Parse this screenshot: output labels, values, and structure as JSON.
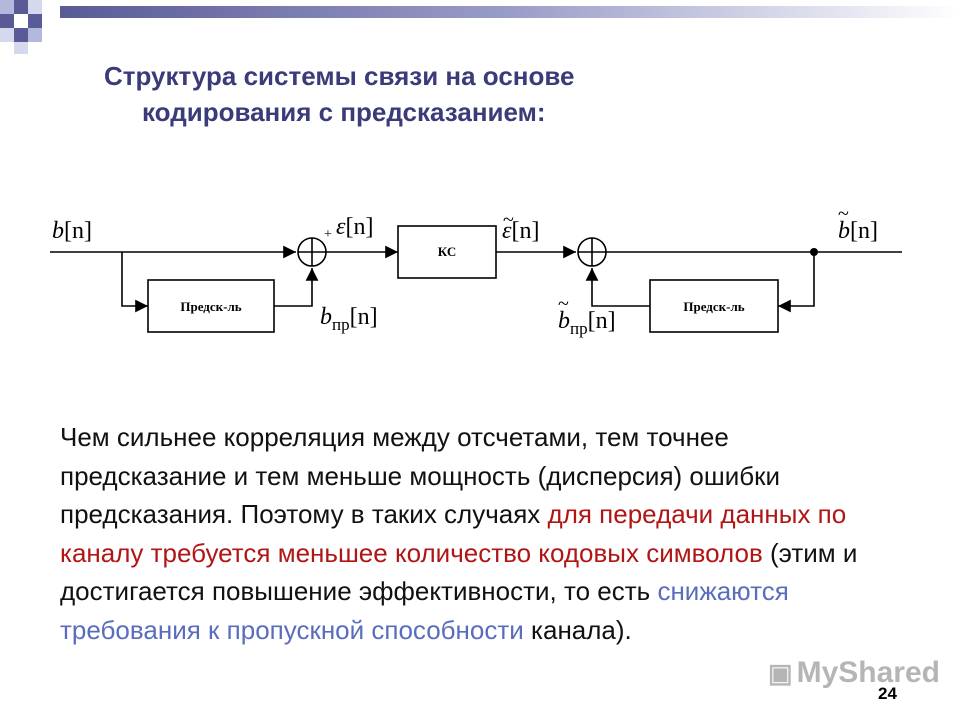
{
  "slide": {
    "title_line1": "Структура системы связи на основе",
    "title_line2": "кодирования с предсказанием:",
    "page_number": "24",
    "watermark": "MyShared"
  },
  "diagram": {
    "input_label_var": "b",
    "input_label_arg": "[n]",
    "error_label_var": "ε",
    "error_label_arg": "[n]",
    "channel_block": "КС",
    "received_error_var": "ε",
    "received_error_tilde": "~",
    "received_error_arg": "[n]",
    "output_label_var": "b",
    "output_label_tilde": "~",
    "output_label_arg": "[n]",
    "predictor_tx": "Предск-ль",
    "predictor_rx": "Предск-ль",
    "pred_tx_var": "b",
    "pred_tx_sub": "пр",
    "pred_tx_arg": "[n]",
    "pred_rx_var": "b",
    "pred_rx_tilde": "~",
    "pred_rx_sub": "пр",
    "pred_rx_arg": "[n]",
    "adder_sign": "+"
  },
  "body": {
    "part1": "Чем сильнее корреляция между отсчетами, тем точнее предсказание и тем меньше мощность (дисперсия) ошибки предсказания. Поэтому в таких случаях ",
    "part2_red": "для передачи данных по каналу требуется меньшее количество кодовых символов",
    "part3": " (этим и достигается повышение эффективности, то есть ",
    "part4_blue": "снижаются требования к пропускной способности",
    "part5": " канала)."
  },
  "colors": {
    "title": "#3b3b7a",
    "highlight_red": "#b01616",
    "highlight_blue": "#5a6dbd",
    "deco_dark": "#5a5a96",
    "deco_light": "#b4b8dc"
  }
}
